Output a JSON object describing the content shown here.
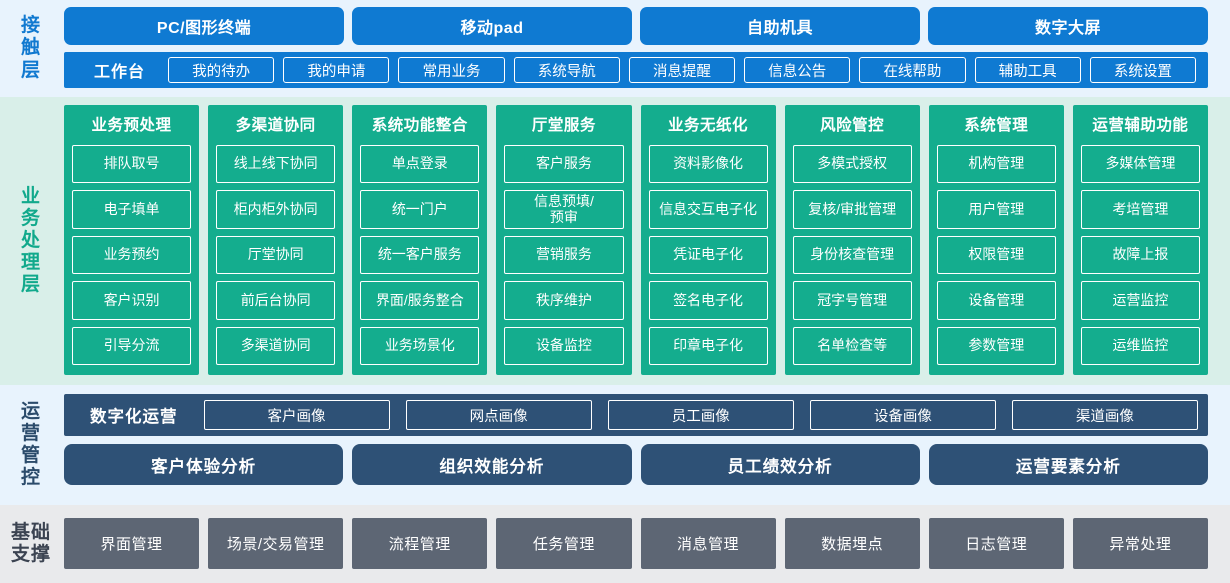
{
  "diagram": {
    "colors": {
      "contact_accent": "#0f7ad2",
      "contact_bg": "#e8f3fd",
      "business_accent": "#14ad8e",
      "business_bg": "#d9efe9",
      "ops_accent": "#2e5176",
      "ops_bg": "#e8f3fd",
      "base_accent": "#5d6674",
      "base_bg": "#e9eaec"
    }
  },
  "contact_layer": {
    "label": "接触层",
    "channels": [
      "PC/图形终端",
      "移动pad",
      "自助机具",
      "数字大屏"
    ],
    "workbench": {
      "title": "工作台",
      "items": [
        "我的待办",
        "我的申请",
        "常用业务",
        "系统导航",
        "消息提醒",
        "信息公告",
        "在线帮助",
        "辅助工具",
        "系统设置"
      ]
    }
  },
  "business_layer": {
    "label": "业务处理层",
    "columns": [
      {
        "title": "业务预处理",
        "items": [
          "排队取号",
          "电子填单",
          "业务预约",
          "客户识别",
          "引导分流"
        ]
      },
      {
        "title": "多渠道协同",
        "items": [
          "线上线下协同",
          "柜内柜外协同",
          "厅堂协同",
          "前后台协同",
          "多渠道协同"
        ]
      },
      {
        "title": "系统功能整合",
        "items": [
          "单点登录",
          "统一门户",
          "统一客户服务",
          "界面/服务整合",
          "业务场景化"
        ]
      },
      {
        "title": "厅堂服务",
        "items": [
          "客户服务",
          "信息预填/\n预审",
          "营销服务",
          "秩序维护",
          "设备监控"
        ]
      },
      {
        "title": "业务无纸化",
        "items": [
          "资料影像化",
          "信息交互电子化",
          "凭证电子化",
          "签名电子化",
          "印章电子化"
        ]
      },
      {
        "title": "风险管控",
        "items": [
          "多模式授权",
          "复核/审批管理",
          "身份核查管理",
          "冠字号管理",
          "名单检查等"
        ]
      },
      {
        "title": "系统管理",
        "items": [
          "机构管理",
          "用户管理",
          "权限管理",
          "设备管理",
          "参数管理"
        ]
      },
      {
        "title": "运营辅助功能",
        "items": [
          "多媒体管理",
          "考培管理",
          "故障上报",
          "运营监控",
          "运维监控"
        ]
      }
    ]
  },
  "ops_layer": {
    "label": "运营管控",
    "digital_ops": {
      "title": "数字化运营",
      "items": [
        "客户画像",
        "网点画像",
        "员工画像",
        "设备画像",
        "渠道画像"
      ]
    },
    "analysis": [
      "客户体验分析",
      "组织效能分析",
      "员工绩效分析",
      "运营要素分析"
    ]
  },
  "base_layer": {
    "label": "基础\n支撑",
    "items": [
      "界面管理",
      "场景/交易管理",
      "流程管理",
      "任务管理",
      "消息管理",
      "数据埋点",
      "日志管理",
      "异常处理"
    ]
  }
}
